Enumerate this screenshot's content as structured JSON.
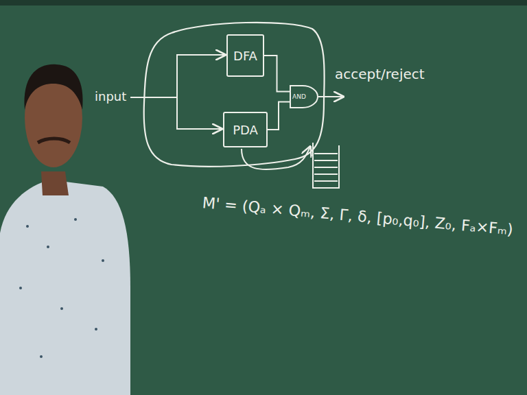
{
  "diagram": {
    "nodes": [
      {
        "text": [
          "DFA"
        ]
      },
      {
        "text": [
          "PDA"
        ]
      },
      {
        "text": [
          "AND"
        ]
      }
    ],
    "edges": [
      {
        "from": 0,
        "to": 2,
        "arrow": "none"
      },
      {
        "from": 1,
        "to": 2,
        "arrow": "none"
      }
    ],
    "labels": [
      "input",
      "accept/reject",
      "M' = (Qₐ × Qₘ, Σ, Γ, δ, [p₀,q₀], Z₀, Fₐ×Fₘ)"
    ]
  }
}
